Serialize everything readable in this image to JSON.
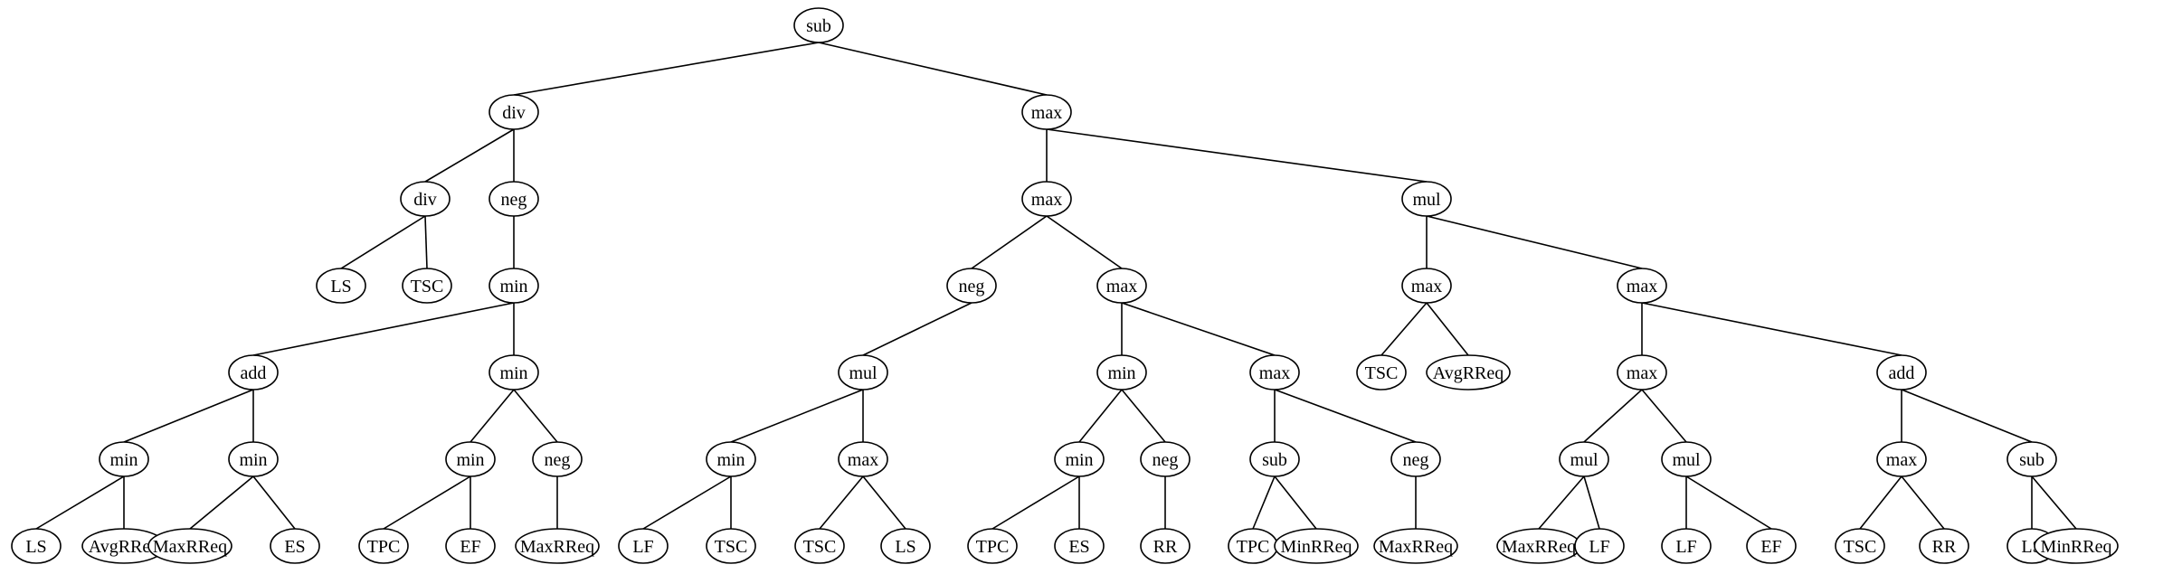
{
  "tree": {
    "label": "sub",
    "children": [
      {
        "label": "div",
        "children": [
          {
            "label": "div",
            "children": [
              {
                "label": "LS"
              },
              {
                "label": "TSC"
              }
            ]
          },
          {
            "label": "neg",
            "children": [
              {
                "label": "min",
                "children": [
                  {
                    "label": "add",
                    "children": [
                      {
                        "label": "min",
                        "children": [
                          {
                            "label": "LS"
                          },
                          {
                            "label": "AvgRReq"
                          }
                        ]
                      },
                      {
                        "label": "min",
                        "children": [
                          {
                            "label": "MaxRReq"
                          },
                          {
                            "label": "ES"
                          }
                        ]
                      }
                    ]
                  },
                  {
                    "label": "min",
                    "children": [
                      {
                        "label": "min",
                        "children": [
                          {
                            "label": "TPC"
                          },
                          {
                            "label": "EF"
                          }
                        ]
                      },
                      {
                        "label": "neg",
                        "children": [
                          {
                            "label": "MaxRReq"
                          }
                        ]
                      }
                    ]
                  }
                ]
              }
            ]
          }
        ]
      },
      {
        "label": "max",
        "children": [
          {
            "label": "max",
            "children": [
              {
                "label": "neg",
                "children": [
                  {
                    "label": "mul",
                    "children": [
                      {
                        "label": "min",
                        "children": [
                          {
                            "label": "LF"
                          },
                          {
                            "label": "TSC"
                          }
                        ]
                      },
                      {
                        "label": "max",
                        "children": [
                          {
                            "label": "TSC"
                          },
                          {
                            "label": "LS"
                          }
                        ]
                      }
                    ]
                  }
                ]
              },
              {
                "label": "max",
                "children": [
                  {
                    "label": "min",
                    "children": [
                      {
                        "label": "min",
                        "children": [
                          {
                            "label": "TPC"
                          },
                          {
                            "label": "ES"
                          }
                        ]
                      },
                      {
                        "label": "neg",
                        "children": [
                          {
                            "label": "RR"
                          }
                        ]
                      }
                    ]
                  },
                  {
                    "label": "max",
                    "children": [
                      {
                        "label": "sub",
                        "children": [
                          {
                            "label": "TPC"
                          },
                          {
                            "label": "MinRReq"
                          }
                        ]
                      },
                      {
                        "label": "neg",
                        "children": [
                          {
                            "label": "MaxRReq"
                          }
                        ]
                      }
                    ]
                  }
                ]
              }
            ]
          },
          {
            "label": "mul",
            "children": [
              {
                "label": "max",
                "children": [
                  {
                    "label": "TSC"
                  },
                  {
                    "label": "AvgRReq"
                  }
                ]
              },
              {
                "label": "max",
                "children": [
                  {
                    "label": "max",
                    "children": [
                      {
                        "label": "mul",
                        "children": [
                          {
                            "label": "MaxRReq"
                          },
                          {
                            "label": "LF"
                          }
                        ]
                      },
                      {
                        "label": "mul",
                        "children": [
                          {
                            "label": "LF"
                          },
                          {
                            "label": "EF"
                          }
                        ]
                      }
                    ]
                  },
                  {
                    "label": "add",
                    "children": [
                      {
                        "label": "max",
                        "children": [
                          {
                            "label": "TSC"
                          },
                          {
                            "label": "RR"
                          }
                        ]
                      },
                      {
                        "label": "sub",
                        "children": [
                          {
                            "label": "LS"
                          },
                          {
                            "label": "MinRReq"
                          }
                        ]
                      }
                    ]
                  }
                ]
              }
            ]
          }
        ]
      }
    ]
  }
}
